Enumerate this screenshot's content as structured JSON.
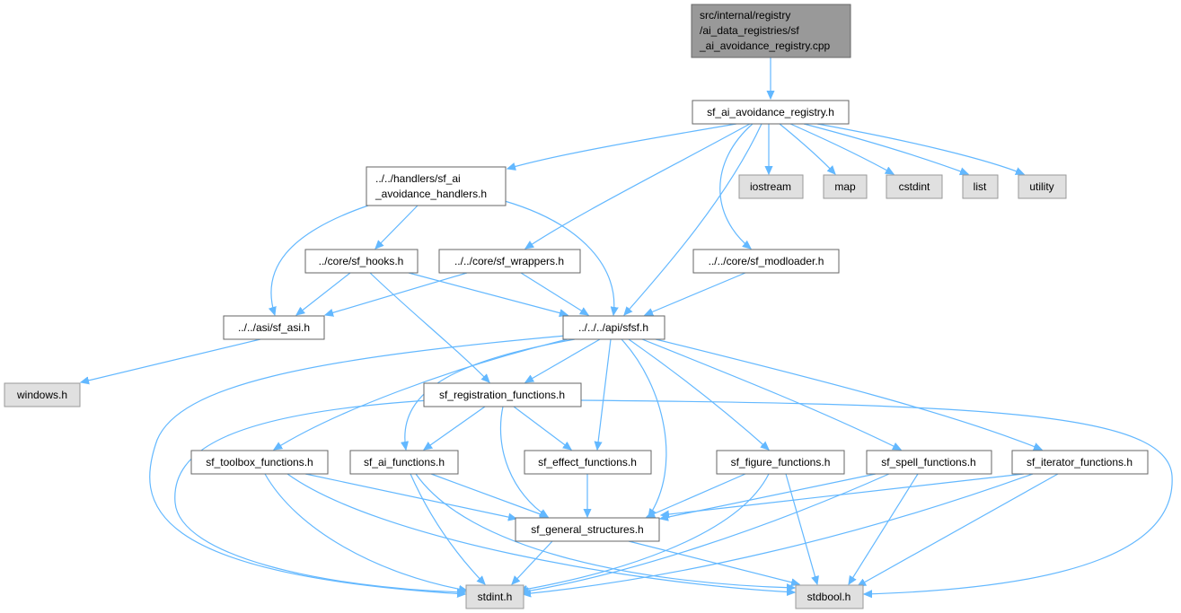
{
  "diagram": {
    "root": {
      "line1": "src/internal/registry",
      "line2": "/ai_data_registries/sf",
      "line3": "_ai_avoidance_registry.cpp"
    },
    "nodes": {
      "avoidance_registry_h": "sf_ai_avoidance_registry.h",
      "handlers_h_line1": "../../handlers/sf_ai",
      "handlers_h_line2": "_avoidance_handlers.h",
      "iostream": "iostream",
      "map": "map",
      "cstdint": "cstdint",
      "list": "list",
      "utility": "utility",
      "sf_hooks_h": "../core/sf_hooks.h",
      "sf_wrappers_h": "../../core/sf_wrappers.h",
      "sf_modloader_h": "../../core/sf_modloader.h",
      "sf_asi_h": "../../asi/sf_asi.h",
      "sfsf_h": "../../../api/sfsf.h",
      "windows_h": "windows.h",
      "registration_functions_h": "sf_registration_functions.h",
      "toolbox_functions_h": "sf_toolbox_functions.h",
      "ai_functions_h": "sf_ai_functions.h",
      "effect_functions_h": "sf_effect_functions.h",
      "figure_functions_h": "sf_figure_functions.h",
      "spell_functions_h": "sf_spell_functions.h",
      "iterator_functions_h": "sf_iterator_functions.h",
      "general_structures_h": "sf_general_structures.h",
      "stdint_h": "stdint.h",
      "stdbool_h": "stdbool.h"
    }
  }
}
